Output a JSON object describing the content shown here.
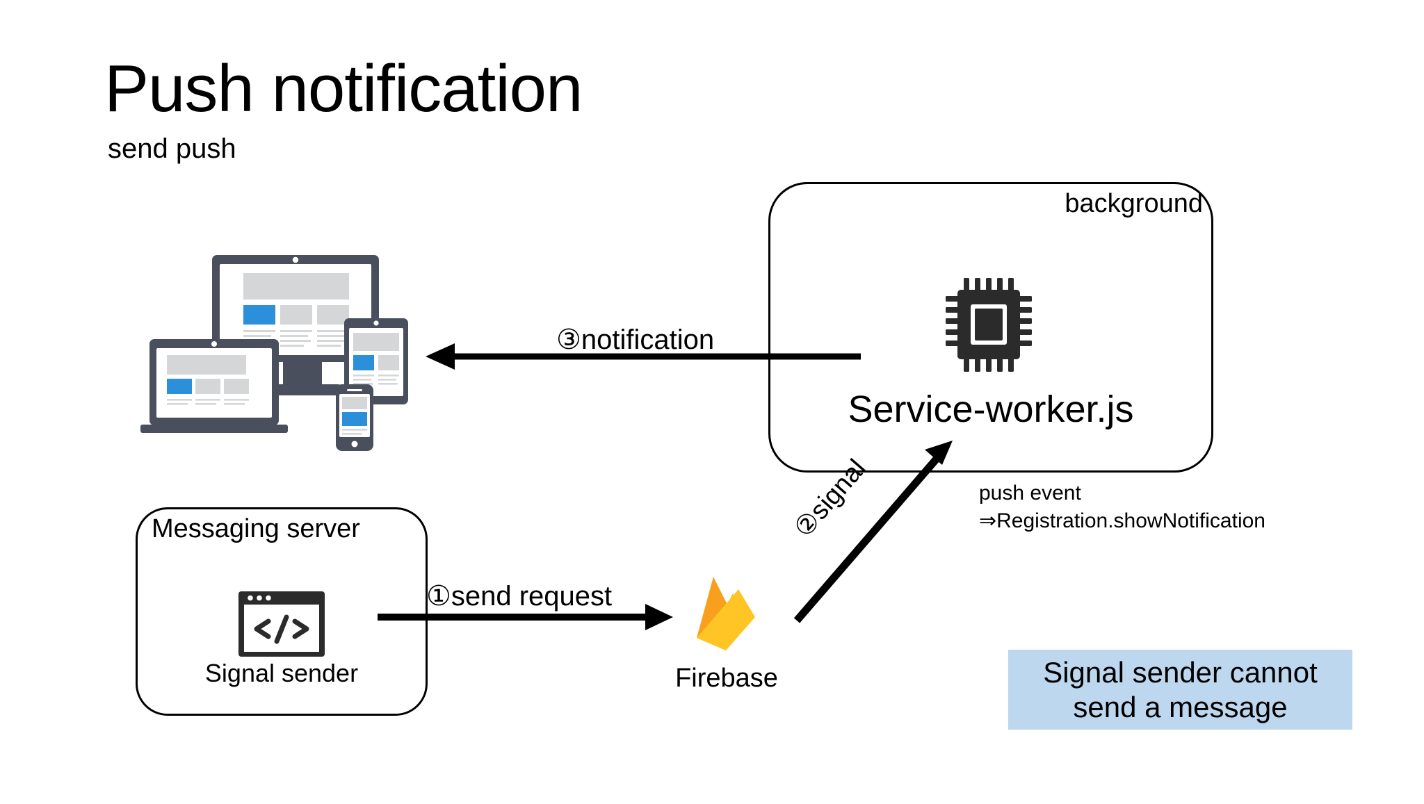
{
  "slide": {
    "title": "Push notification",
    "subtitle": "send push"
  },
  "background_group": {
    "label": "background",
    "service_worker": {
      "name": "Service-worker.js",
      "icon": "cpu-chip-icon"
    }
  },
  "notes": {
    "push_event_line1": "push event",
    "push_event_line2": "⇒Registration.showNotification"
  },
  "messaging_server": {
    "title": "Messaging server",
    "component_label": "Signal sender",
    "icon": "code-window-icon"
  },
  "firebase": {
    "label": "Firebase",
    "icon": "firebase-flame-icon"
  },
  "devices": {
    "icon": "responsive-devices-illustration",
    "items": [
      "desktop-monitor",
      "laptop",
      "tablet",
      "smartphone"
    ]
  },
  "arrows": [
    {
      "id": "send-request",
      "label": "①send request",
      "direction": "right"
    },
    {
      "id": "signal",
      "label": "②signal",
      "direction": "up-right"
    },
    {
      "id": "notification",
      "label": "③notification",
      "direction": "left"
    }
  ],
  "arrow_labels": {
    "send_request": "①send request",
    "signal": "②signal",
    "notification": "③notification"
  },
  "callout": {
    "line1": "Signal sender cannot",
    "line2": "send a message",
    "text": "Signal sender cannot send a message"
  },
  "colors": {
    "callout_background": "#bdd7ee",
    "stroke": "#000000",
    "device_frame": "#4a4f5e",
    "device_accent": "#2b8fd9",
    "device_content": "#d4d6d8",
    "firebase_orange": "#f8a01e",
    "firebase_amber": "#ffab1f",
    "firebase_yellow": "#ffc524",
    "chip_dark": "#2b2b2b"
  }
}
